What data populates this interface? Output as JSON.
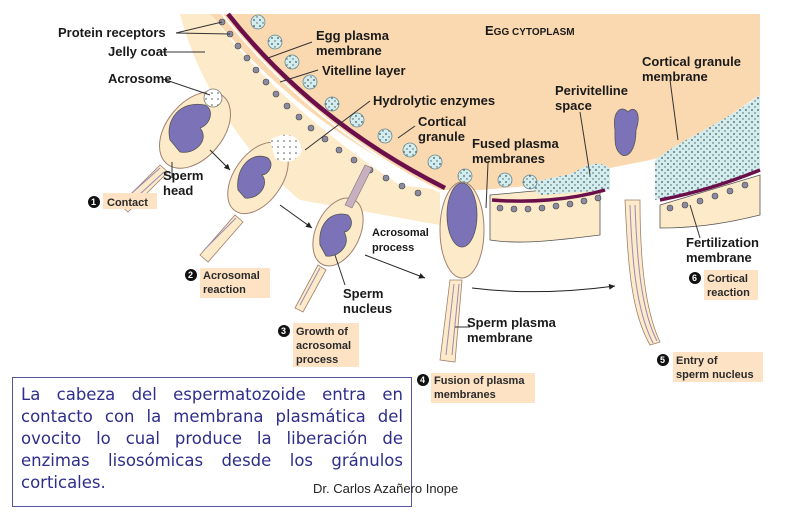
{
  "diagram": {
    "labels": {
      "protein_receptors": "Protein receptors",
      "jelly_coat": "Jelly coat",
      "acrosome": "Acrosome",
      "sperm_head": [
        "Sperm",
        "head"
      ],
      "egg_plasma_membrane": [
        "Egg plasma",
        "membrane"
      ],
      "vitelline_layer": "Vitelline layer",
      "hydrolytic_enzymes": "Hydrolytic enzymes",
      "cortical_granule": [
        "Cortical",
        "granule"
      ],
      "egg_cytoplasm_cap": "E",
      "egg_cytoplasm_rest": "GG CYTOPLASM",
      "fused_plasma_membranes": [
        "Fused plasma",
        "membranes"
      ],
      "perivitelline_space": [
        "Perivitelline",
        "space"
      ],
      "cortical_granule_membrane": [
        "Cortical granule",
        "membrane"
      ],
      "acrosomal_process": [
        "Acrosomal",
        "process"
      ],
      "sperm_nucleus": [
        "Sperm",
        "nucleus"
      ],
      "sperm_plasma_membrane": [
        "Sperm plasma",
        "membrane"
      ],
      "fertilization_membrane": [
        "Fertilization",
        "membrane"
      ]
    },
    "steps": [
      {
        "num": "1",
        "lines": [
          "Contact"
        ]
      },
      {
        "num": "2",
        "lines": [
          "Acrosomal",
          "reaction"
        ]
      },
      {
        "num": "3",
        "lines": [
          "Growth of",
          "acrosomal",
          "process"
        ]
      },
      {
        "num": "4",
        "lines": [
          "Fusion of plasma",
          "membranes"
        ]
      },
      {
        "num": "5",
        "lines": [
          "Entry of",
          "sperm nucleus"
        ]
      },
      {
        "num": "6",
        "lines": [
          "Cortical",
          "reaction"
        ]
      }
    ],
    "colors": {
      "cytoplasm": "#fbd9b0",
      "jelly": "#fdeac8",
      "membrane": "#6b0f4a",
      "nucleus": "#7b72b8",
      "granule": "#c9e2e2",
      "step_bg": "#fde3c4"
    }
  },
  "caption": {
    "text": "La cabeza del espermatozoide entra en contacto con la membrana plasmática del ovocito lo cual produce la liberación de enzimas lisosómicas desde los gránulos corticales."
  },
  "credit": "Dr. Carlos Azañero Inope"
}
